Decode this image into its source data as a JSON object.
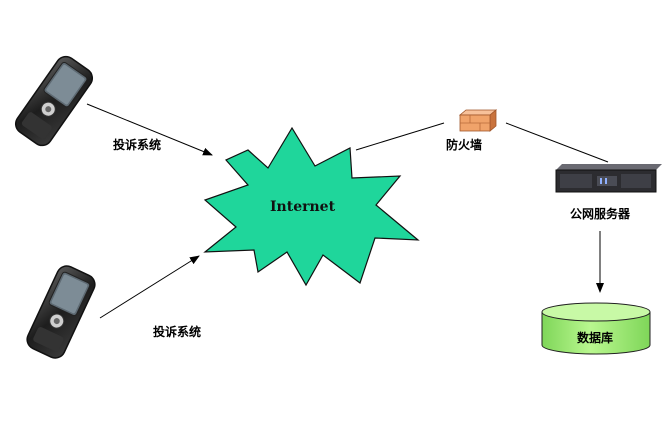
{
  "labels": {
    "complaint_top": "投诉系统",
    "complaint_bottom": "投诉系统",
    "internet": "Internet",
    "firewall": "防火墙",
    "public_server": "公网服务器",
    "database": "数据库"
  },
  "colors": {
    "internet_fill": "#1fd69b",
    "database_fill": "#a6f27a",
    "firewall_fill": "#f0a36a",
    "server_fill": "#2c2c30",
    "phone_body": "#2a2a2a"
  },
  "icons": [
    "mobile-phone-icon",
    "mobile-phone-icon",
    "firewall-icon",
    "server-icon",
    "database-icon"
  ]
}
